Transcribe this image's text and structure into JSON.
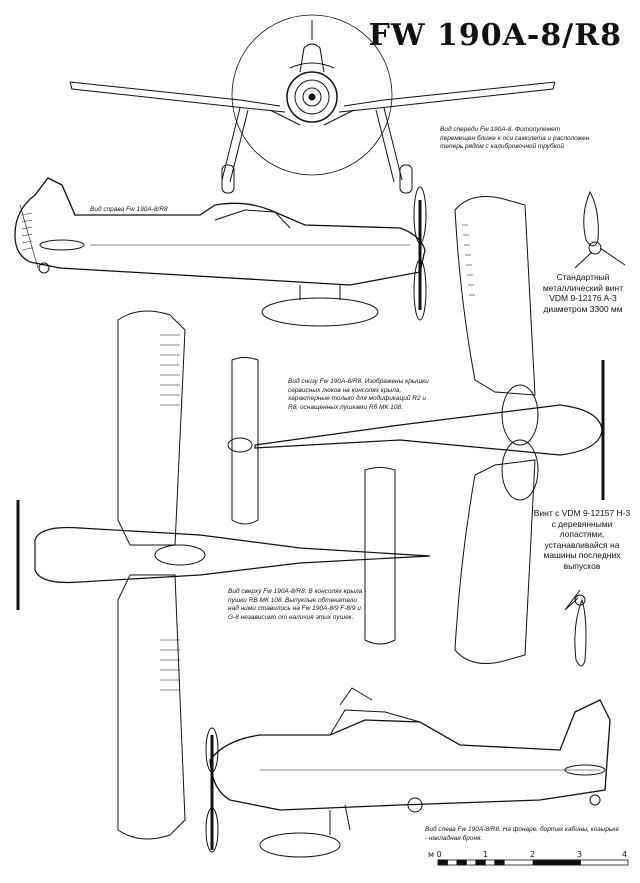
{
  "title": "FW 190A-8/R8",
  "captions": {
    "front": "Вид спереди Fw 190A-8. Фотопулемет перемещен ближе к оси самолета и расположен теперь рядом с калибровочной трубкой",
    "right": "Вид справа Fw 190A-8/R8",
    "bottom": "Вид снизу Fw 190A-8/R8. Изображены крышки сервисных люков на консолях крыла, характерные только для модификаций R2 и R8, оснащенных пушками Rб МК 108.",
    "top": "Вид сверху Fw 190A-8/R8. В консолях крыла - пушки RB МК 108. Выпуклые обтекатели над ними ставились на Fw 190A-8/9 F-8/9 и G-8 независимо от наличия этих пушек.",
    "left": "Вид слева Fw 190A-8/R8. На фонаре, бортах кабины, козырьке - накладная броня.",
    "prop_std": "Стандартный металлический винт VDM 9-12176 A-3 диаметром 3300 мм",
    "prop_wood": "Винт с VDM 9-12157 H-3 с деревянными лопастями, устанавливайся на машины последних выпусков"
  },
  "scale": {
    "labels": [
      "м 0",
      "1",
      "2",
      "3",
      "4"
    ]
  }
}
